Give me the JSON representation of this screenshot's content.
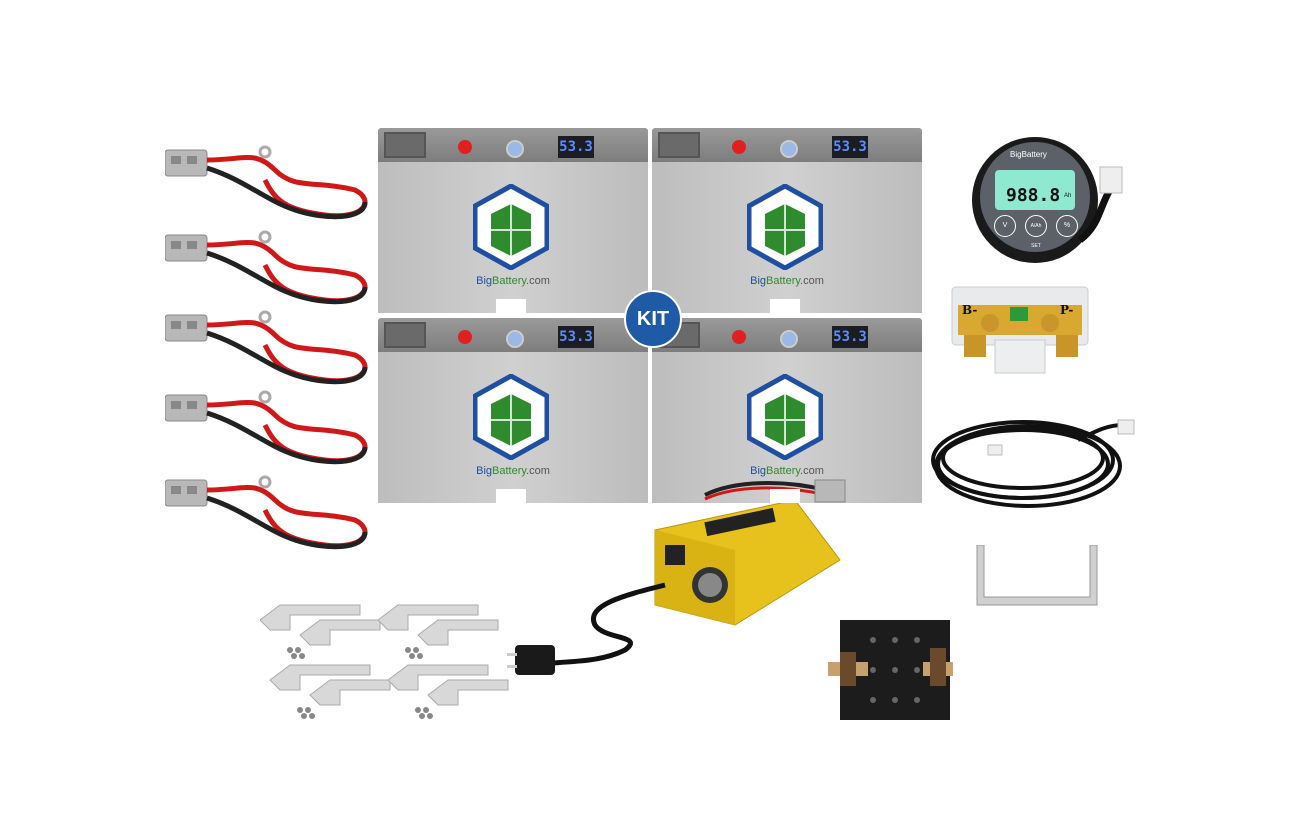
{
  "kit_badge": "KIT",
  "battery": {
    "display_value": "53.3",
    "brand_prefix": "Big",
    "brand_mid": "Battery",
    "brand_suffix": ".com"
  },
  "battery_monitor": {
    "brand": "BigBattery",
    "reading": "988.8",
    "unit": "Ah",
    "buttons": [
      "V",
      "A/Ah SET",
      "%"
    ]
  },
  "shunt": {
    "label_left": "B-",
    "label_right": "P-"
  },
  "colors": {
    "kit_blue": "#1f5aa6",
    "charger_yellow": "#e8c21c",
    "logo_green": "#2e8b2e",
    "logo_blue": "#1e4fa0"
  }
}
